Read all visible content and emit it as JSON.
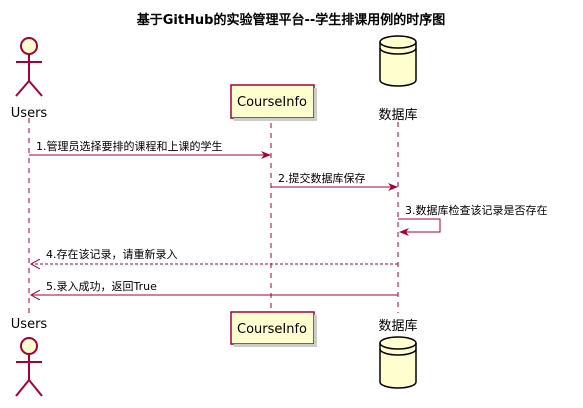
{
  "diagram": {
    "title": "基于GitHub的实验管理平台--学生排课用例的时序图",
    "colors": {
      "arrow": "#A80036",
      "participant_fill": "#FEFECE",
      "lifeline": "#A80036"
    },
    "participants": {
      "users": {
        "label": "Users",
        "kind": "actor"
      },
      "course_info": {
        "label": "CourseInfo",
        "kind": "box"
      },
      "database": {
        "label": "数据库",
        "kind": "database"
      }
    },
    "messages": [
      {
        "text": "1.管理员选择要排的课程和上课的学生",
        "from": "users",
        "to": "course_info",
        "style": "solid"
      },
      {
        "text": "2.提交数据库保存",
        "from": "course_info",
        "to": "database",
        "style": "solid"
      },
      {
        "text": "3.数据库检查该记录是否存在",
        "from": "database",
        "to": "database",
        "style": "self"
      },
      {
        "text": "4.存在该记录，请重新录入",
        "from": "database",
        "to": "users",
        "style": "dashed"
      },
      {
        "text": "5.录入成功，返回True",
        "from": "database",
        "to": "users",
        "style": "solid"
      }
    ]
  }
}
